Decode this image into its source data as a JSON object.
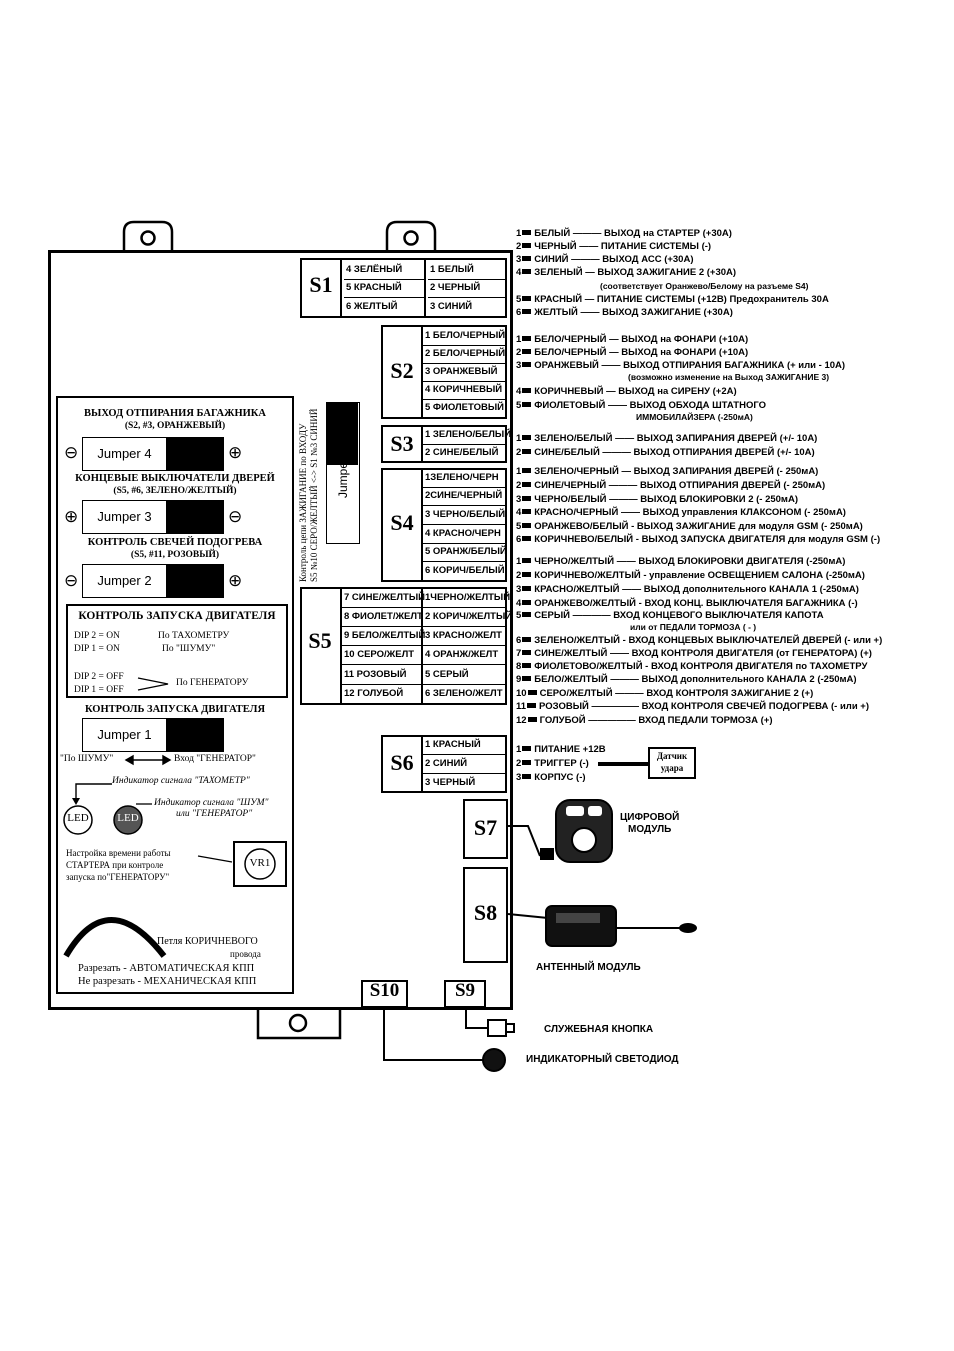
{
  "connectors": {
    "s1": "S1",
    "s2": "S2",
    "s3": "S3",
    "s4": "S4",
    "s5": "S5",
    "s6": "S6",
    "s7": "S7",
    "s8": "S8",
    "s9": "S9",
    "s10": "S10"
  },
  "s1_cells": [
    "4 ЗЕЛЁНЫЙ",
    "1 БЕЛЫЙ",
    "5 КРАСНЫЙ",
    "2 ЧЕРНЫЙ",
    "6 ЖЕЛТЫЙ",
    "3 СИНИЙ"
  ],
  "s2_cells": [
    "1 БЕЛО/ЧЕРНЫЙ",
    "2 БЕЛО/ЧЕРНЫЙ",
    "3 ОРАНЖЕВЫЙ",
    "4 КОРИЧНЕВЫЙ",
    "5 ФИОЛЕТОВЫЙ"
  ],
  "s3_cells": [
    "1 ЗЕЛЕНО/БЕЛЫЙ",
    "2 СИНЕ/БЕЛЫЙ"
  ],
  "s4_cells": [
    "1ЗЕЛЕНО/ЧЕРН",
    "2СИНЕ/ЧЕРНЫЙ",
    "3 ЧЕРНО/БЕЛЫЙ",
    "4 КРАСНО/ЧЕРН",
    "5 ОРАНЖ/БЕЛЫЙ",
    "6 КОРИЧ/БЕЛЫЙ"
  ],
  "s5_left": [
    "7 СИНЕ/ЖЕЛТЫЙ",
    "8 ФИОЛЕТ/ЖЕЛТ",
    "9 БЕЛО/ЖЕЛТЫЙ",
    "10 СЕРО/ЖЕЛТ",
    "11 РОЗОВЫЙ",
    "12 ГОЛУБОЙ"
  ],
  "s5_right": [
    "1ЧЕРНО/ЖЕЛТЫЙ",
    "2 КОРИЧ/ЖЕЛТЫЙ",
    "3 КРАСНО/ЖЕЛТ",
    "4 ОРАНЖ/ЖЕЛТ",
    "5 СЕРЫЙ",
    "6 ЗЕЛЕНО/ЖЕЛТ"
  ],
  "s6_cells": [
    "1 КРАСНЫЙ",
    "2 СИНИЙ",
    "3 ЧЕРНЫЙ"
  ],
  "vertical_note_1": "Контроль цепи ЗАЖИГАНИЕ по ВХОДУ",
  "vertical_note_2": "S5 №10 СЕРО/ЖЕЛТЫЙ <-> S1 №3 СИНИЙ",
  "jumper5": "Jumper 5",
  "trunk_title": "ВЫХОД ОТПИРАНИЯ БАГАЖНИКА",
  "trunk_sub": "(S2, #3, ОРАНЖЕВЫЙ)",
  "jumper4": "Jumper 4",
  "door_title": "КОНЦЕВЫЕ ВЫКЛЮЧАТЕЛИ ДВЕРЕЙ",
  "door_sub": "(S5, #6, ЗЕЛЕНО/ЖЕЛТЫЙ)",
  "jumper3": "Jumper 3",
  "glow_title": "КОНТРОЛЬ СВЕЧЕЙ ПОДОГРЕВА",
  "glow_sub": "(S5, #11, РОЗОВЫЙ)",
  "jumper2": "Jumper 2",
  "plus": "⊕",
  "minus": "⊖",
  "engine_title": "КОНТРОЛЬ ЗАПУСКА ДВИГАТЕЛЯ",
  "dip_on_1": "DIP 2 = ON",
  "dip_on_2": "DIP 1 = ON",
  "by_tacho": "По ТАХОМЕТРУ",
  "by_noise": "По \"ШУМУ\"",
  "dip_off_1": "DIP 2 = OFF",
  "dip_off_2": "DIP 1 = OFF",
  "by_gen": "По ГЕНЕРАТОРУ",
  "engine_title2": "КОНТРОЛЬ ЗАПУСКА ДВИГАТЕЛЯ",
  "jumper1": "Jumper 1",
  "j1_left": "\"По ШУМУ\"",
  "j1_right": "Вход \"ГЕНЕРАТОР\"",
  "tacho_led": "Индикатор сигнала \"ТАХОМЕТР\"",
  "noise_led_1": "Индикатор сигнала \"ШУМ\"",
  "noise_led_2": "или \"ГЕНЕРАТОР\"",
  "led": "LED",
  "starter_1": "Настройка времени работы",
  "starter_2": "СТАРТЕРА при контроле",
  "starter_3": "запуска по\"ГЕНЕРАТОРУ\"",
  "vr1": "VR1",
  "loop_1": "Петля КОРИЧНЕВОГО",
  "loop_2": "провода",
  "loop_3": "Разрезать - АВТОМАТИЧЕСКАЯ КПП",
  "loop_4": "Не разрезать - МЕХАНИЧЕСКАЯ КПП",
  "pins": [
    {
      "n": "1",
      "t": "БЕЛЫЙ ——— ВЫХОД на СТАРТЕР (+30А)"
    },
    {
      "n": "2",
      "t": "ЧЕРНЫЙ —— ПИТАНИЕ СИСТЕМЫ (-)"
    },
    {
      "n": "3",
      "t": "СИНИЙ ——— ВЫХОД АСС (+30А)"
    },
    {
      "n": "4",
      "t": "ЗЕЛЕНЫЙ — ВЫХОД ЗАЖИГАНИЕ 2 (+30А)"
    },
    {
      "n": "",
      "t": "(соответствует Оранжево/Белому на разъеме S4)"
    },
    {
      "n": "5",
      "t": "КРАСНЫЙ — ПИТАНИЕ СИСТЕМЫ (+12В) Предохранитель 30А"
    },
    {
      "n": "6",
      "t": "ЖЕЛТЫЙ —— ВЫХОД ЗАЖИГАНИЕ (+30А)"
    },
    {
      "n": "1",
      "t": "БЕЛО/ЧЕРНЫЙ — ВЫХОД на ФОНАРИ (+10А)"
    },
    {
      "n": "2",
      "t": "БЕЛО/ЧЕРНЫЙ — ВЫХОД на ФОНАРИ (+10А)"
    },
    {
      "n": "3",
      "t": "ОРАНЖЕВЫЙ —— ВЫХОД ОТПИРАНИЯ БАГАЖНИКА (+ или - 10А)"
    },
    {
      "n": "",
      "t": "(возможно изменение на Выход ЗАЖИГАНИЕ 3)"
    },
    {
      "n": "4",
      "t": "КОРИЧНЕВЫЙ — ВЫХОД на СИРЕНУ (+2А)"
    },
    {
      "n": "5",
      "t": "ФИОЛЕТОВЫЙ —— ВЫХОД ОБХОДА ШТАТНОГО"
    },
    {
      "n": "",
      "t": "ИММОБИЛАЙЗЕРА (-250мА)"
    },
    {
      "n": "1",
      "t": "ЗЕЛЕНО/БЕЛЫЙ —— ВЫХОД ЗАПИРАНИЯ ДВЕРЕЙ (+/- 10А)"
    },
    {
      "n": "2",
      "t": "СИНЕ/БЕЛЫЙ ——— ВЫХОД ОТПИРАНИЯ ДВЕРЕЙ (+/- 10А)"
    },
    {
      "n": "1",
      "t": "ЗЕЛЕНО/ЧЕРНЫЙ — ВЫХОД ЗАПИРАНИЯ ДВЕРЕЙ (- 250мА)"
    },
    {
      "n": "2",
      "t": "СИНЕ/ЧЕРНЫЙ ——— ВЫХОД ОТПИРАНИЯ ДВЕРЕЙ (- 250мА)"
    },
    {
      "n": "3",
      "t": "ЧЕРНО/БЕЛЫЙ ——— ВЫХОД БЛОКИРОВКИ 2 (- 250мА)"
    },
    {
      "n": "4",
      "t": "КРАСНО/ЧЕРНЫЙ —— ВЫХОД управления КЛАКСОНОМ (- 250мА)"
    },
    {
      "n": "5",
      "t": "ОРАНЖЕВО/БЕЛЫЙ - ВЫХОД ЗАЖИГАНИЕ для модуля GSM (- 250мА)"
    },
    {
      "n": "6",
      "t": "КОРИЧНЕВО/БЕЛЫЙ - ВЫХОД ЗАПУСКА ДВИГАТЕЛЯ для модуля GSM (-)"
    },
    {
      "n": "1",
      "t": "ЧЕРНО/ЖЕЛТЫЙ —— ВЫХОД БЛОКИРОВКИ ДВИГАТЕЛЯ (-250мА)"
    },
    {
      "n": "2",
      "t": "КОРИЧНЕВО/ЖЕЛТЫЙ - управление ОСВЕЩЕНИЕМ САЛОНА (-250мА)"
    },
    {
      "n": "3",
      "t": "КРАСНО/ЖЕЛТЫЙ —— ВЫХОД дополнительного КАНАЛА 1 (-250мА)"
    },
    {
      "n": "4",
      "t": "ОРАНЖЕВО/ЖЕЛТЫЙ - ВХОД КОНЦ. ВЫКЛЮЧАТЕЛЯ БАГАЖНИКА (-)"
    },
    {
      "n": "5",
      "t": "СЕРЫЙ ———— ВХОД КОНЦЕВОГО ВЫКЛЮЧАТЕЛЯ КАПОТА"
    },
    {
      "n": "",
      "t": "или от ПЕДАЛИ ТОРМОЗА ( - )"
    },
    {
      "n": "6",
      "t": "ЗЕЛЕНО/ЖЕЛТЫЙ - ВХОД КОНЦЕВЫХ ВЫКЛЮЧАТЕЛЕЙ ДВЕРЕЙ (- или +)"
    },
    {
      "n": "7",
      "t": "СИНЕ/ЖЕЛТЫЙ —— ВХОД КОНТРОЛЯ ДВИГАТЕЛЯ (от ГЕНЕРАТОРА) (+)"
    },
    {
      "n": "8",
      "t": "ФИОЛЕТОВО/ЖЕЛТЫЙ - ВХОД КОНТРОЛЯ ДВИГАТЕЛЯ по ТАХОМЕТРУ"
    },
    {
      "n": "9",
      "t": "БЕЛО/ЖЕЛТЫЙ ——— ВЫХОД дополнительного КАНАЛА 2 (-250мА)"
    },
    {
      "n": "10",
      "t": "СЕРО/ЖЕЛТЫЙ ——— ВХОД КОНТРОЛЯ ЗАЖИГАНИЕ 2 (+)"
    },
    {
      "n": "11",
      "t": "РОЗОВЫЙ ————— ВХОД КОНТРОЛЯ СВЕЧЕЙ ПОДОГРЕВА (- или +)"
    },
    {
      "n": "12",
      "t": "ГОЛУБОЙ ————— ВХОД ПЕДАЛИ ТОРМОЗА (+)"
    },
    {
      "n": "1",
      "t": "ПИТАНИЕ +12В"
    },
    {
      "n": "2",
      "t": "ТРИГГЕР (-)"
    },
    {
      "n": "3",
      "t": "КОРПУС (-)"
    }
  ],
  "shock_1": "Датчик",
  "shock_2": "удара",
  "digital_1": "ЦИФРОВОЙ",
  "digital_2": "МОДУЛЬ",
  "antenna": "АНТЕННЫЙ МОДУЛЬ",
  "service_button": "СЛУЖЕБНАЯ КНОПКА",
  "indicator_led": "ИНДИКАТОРНЫЙ СВЕТОДИОД"
}
